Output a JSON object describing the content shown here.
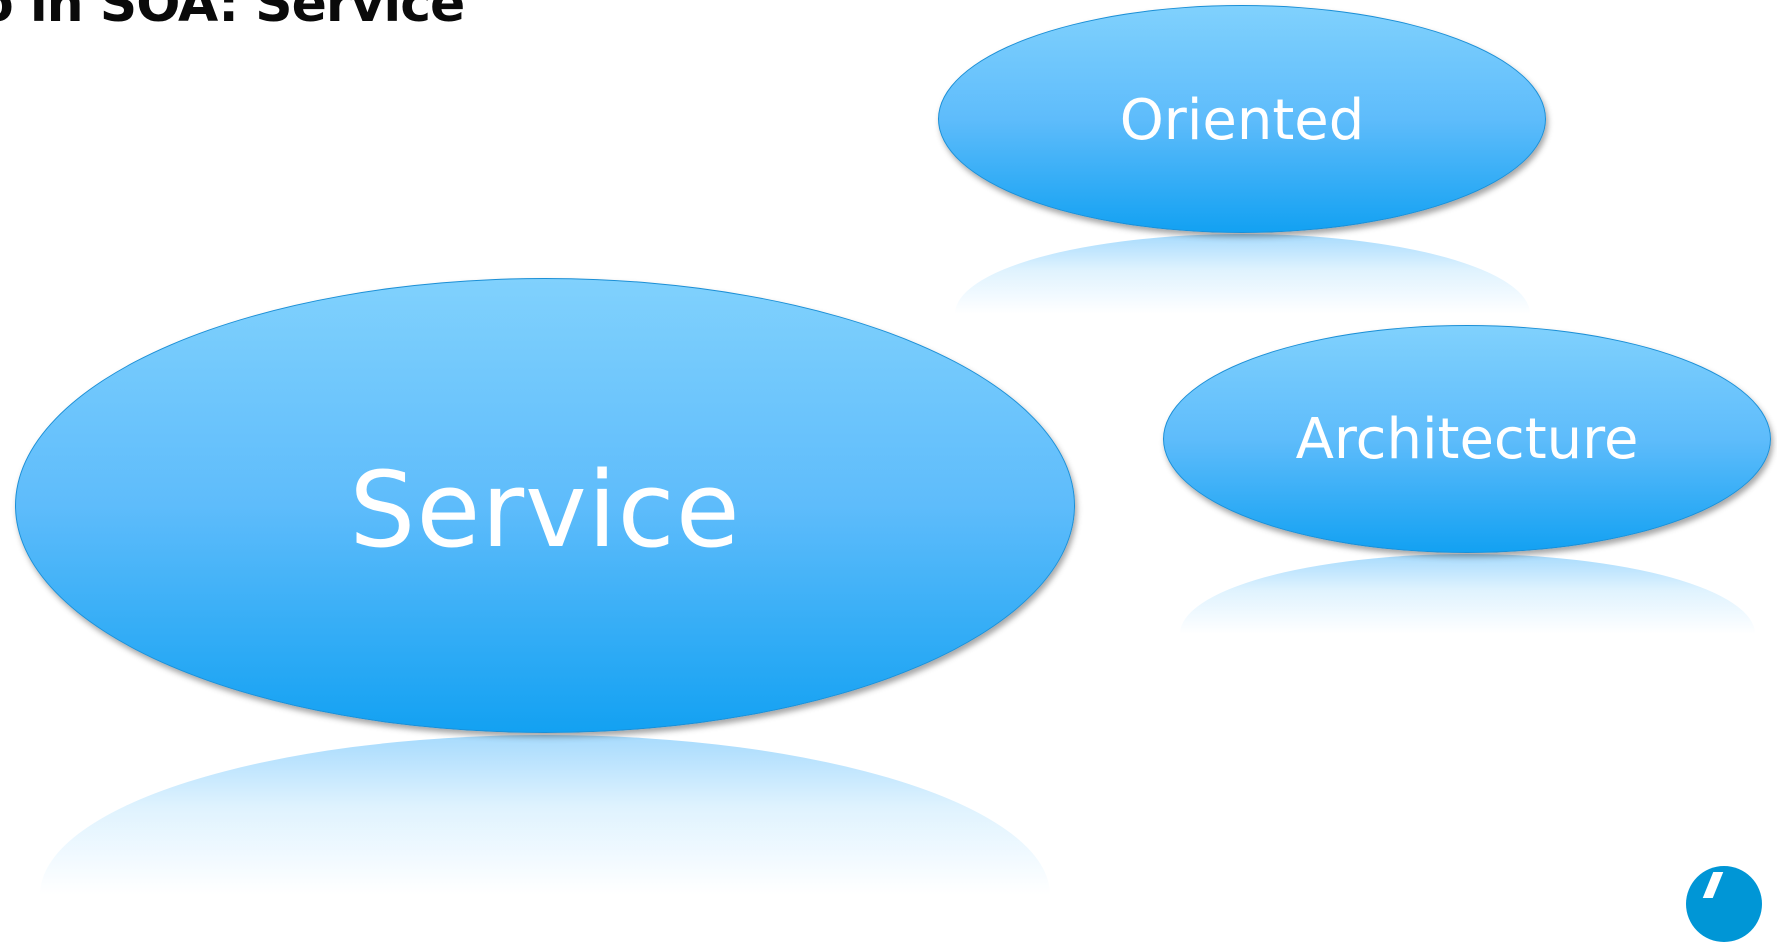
{
  "slide": {
    "title": "o in SOA: Service"
  },
  "diagram": {
    "bubbles": [
      {
        "id": "service",
        "label": "Service"
      },
      {
        "id": "oriented",
        "label": "Oriented"
      },
      {
        "id": "architecture",
        "label": "Architecture"
      }
    ]
  },
  "colors": {
    "bubble_top": "#80d1fd",
    "bubble_bottom": "#13a1f2",
    "bubble_border": "#1b8fd6",
    "label_text": "#ffffff",
    "title_text": "#0a0a0a",
    "logo": "#0096d6"
  },
  "logo": {
    "icon": "hp-logo-icon"
  }
}
